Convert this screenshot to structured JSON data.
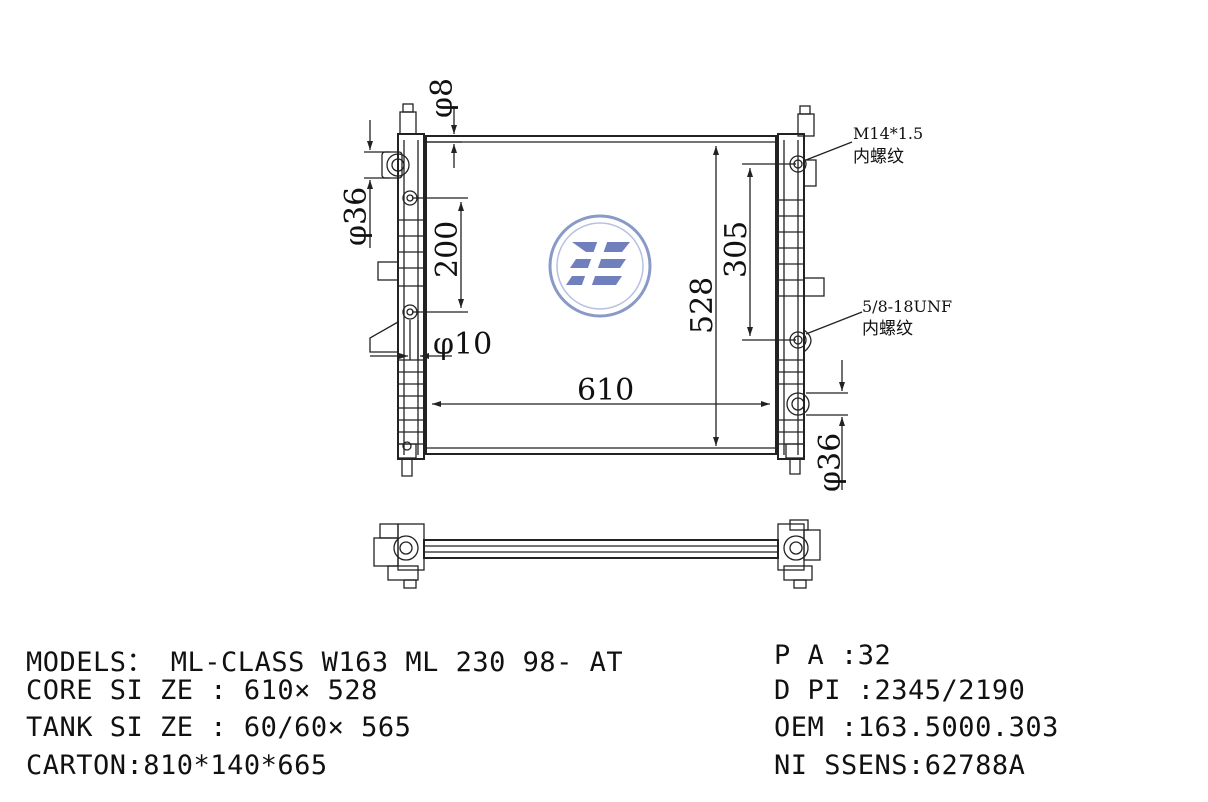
{
  "drawing": {
    "dimensions": {
      "width": "610",
      "height": "528",
      "span_right": "305",
      "span_left": "200",
      "dia_top": "φ8",
      "dia_left_pipe": "φ36",
      "dia_right_pipe": "φ36",
      "dia_bottom_left": "φ10"
    },
    "callouts": {
      "top_thread": "M14*1.5",
      "top_thread_note": "内螺纹",
      "bottom_thread": "5/8-18UNF",
      "bottom_thread_note": "内螺纹"
    },
    "logo": {
      "colors": {
        "ring": "#8a9ac8",
        "fill": "#6f80bd"
      }
    }
  },
  "specs": {
    "models": "MODELS： ML-CLASS W163 ML 230 98- AT",
    "core_size": "CORE SI ZE : 610× 528",
    "tank_size": "TANK SI ZE : 60/60× 565",
    "carton": "CARTON:810*140*665",
    "pa": "P A :32",
    "dpi": "D PI :2345/2190",
    "oem": "OEM :163.5000.303",
    "nissens": "NI SSENS:62788A"
  }
}
